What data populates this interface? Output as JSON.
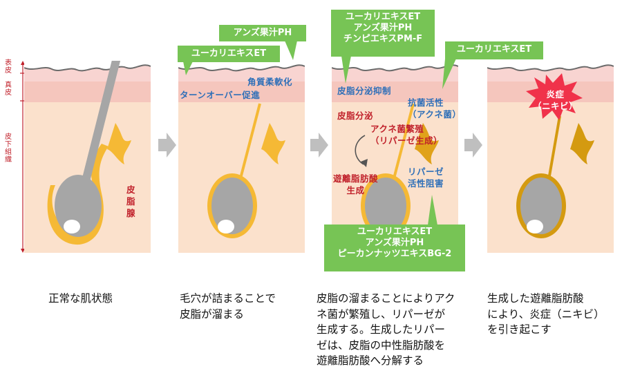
{
  "axis": {
    "epidermis": "表\n皮",
    "dermis": "真\n皮",
    "subcutis": "皮\n下\n組\n織"
  },
  "panels": [
    {
      "labels": {
        "sebaceous_gland": "皮\n脂\n腺"
      },
      "caption": "正常な肌状態"
    },
    {
      "labels": {
        "keratin_softening": "角質柔軟化",
        "turnover": "ターンオーバー促進"
      },
      "callouts": [
        {
          "text": "アンズ果汁PH"
        },
        {
          "text": "ユーカリエキスET"
        }
      ],
      "caption": "毛穴が詰まることで\n皮脂が溜まる"
    },
    {
      "labels": {
        "sebum_suppress": "皮脂分泌抑制",
        "antibacterial": "抗菌活性\n（アクネ菌）",
        "sebum_secretion": "皮脂分泌",
        "acne_growth": "アクネ菌繁殖\n（リパーゼ生成）",
        "fatty_acid": "遊離脂肪酸\n生成",
        "lipase_inhibit": "リパーゼ\n活性阻害"
      },
      "callouts": [
        {
          "text": "ユーカリエキスET\nアンズ果汁PH\nチンピエキスPM-F"
        },
        {
          "text": "ユーカリエキスET"
        },
        {
          "text": "ユーカリエキスET\nアンズ果汁PH\nピーカンナッツエキスBG-2"
        }
      ],
      "caption": "皮脂の溜まることによりアク\nネ菌が繁殖し、リパーゼが\n生成する。生成したリパー\nゼは、皮脂の中性脂肪酸を\n遊離脂肪酸へ分解する"
    },
    {
      "labels": {
        "inflammation": "炎症\n（ニキビ）"
      },
      "caption": "生成した遊離脂肪酸\nにより、炎症（ニキビ）\nを引き起こす"
    }
  ],
  "colors": {
    "skin": "#fbe1cc",
    "dermis": "#f5c6bd",
    "epidermis": "#f8d4d1",
    "hair": "#a6a6a6",
    "gland": "#f5b935",
    "callout": "#77c455",
    "arrow": "#bfbfbf"
  }
}
